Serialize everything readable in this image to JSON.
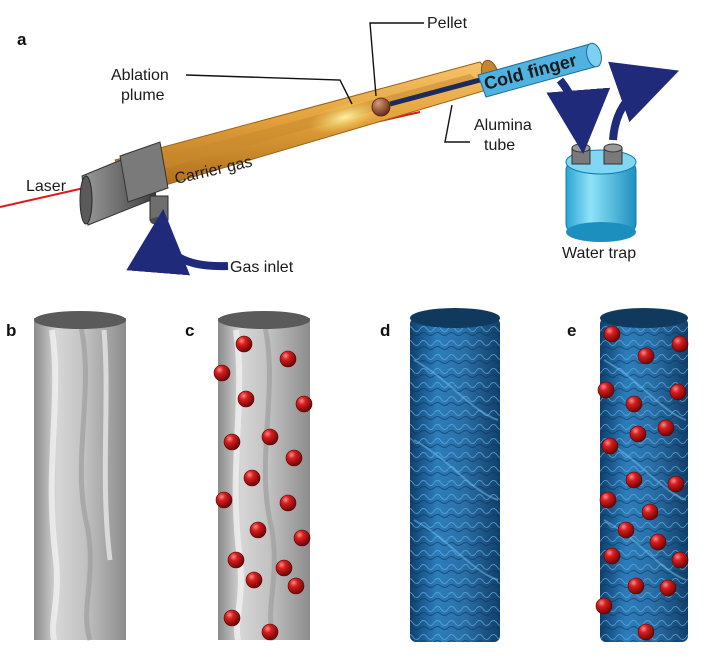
{
  "figure": {
    "panel_labels": {
      "a": "a",
      "b": "b",
      "c": "c",
      "d": "d",
      "e": "e"
    },
    "panel_a": {
      "laser": "Laser",
      "carrier_gas": "Carrier gas",
      "ablation_plume_line1": "Ablation",
      "ablation_plume_line2": "plume",
      "pellet": "Pellet",
      "cold_finger": "Cold finger",
      "alumina_tube_line1": "Alumina",
      "alumina_tube_line2": "tube",
      "water_trap": "Water trap",
      "gas_inlet": "Gas inlet"
    },
    "colors": {
      "tube_orange": "#e2a03a",
      "laser_red": "#e01818",
      "arrow_navy": "#1f2a7a",
      "cold_finger_blue": "#3aa3d6",
      "water_trap_cyan": "#4fc3e8",
      "pellet_brown": "#8a4a2e",
      "particle_red": "#cc1a1a",
      "nanotube_grey": "#bdbdbd",
      "nanotube_blue": "#2a6fa8"
    }
  }
}
